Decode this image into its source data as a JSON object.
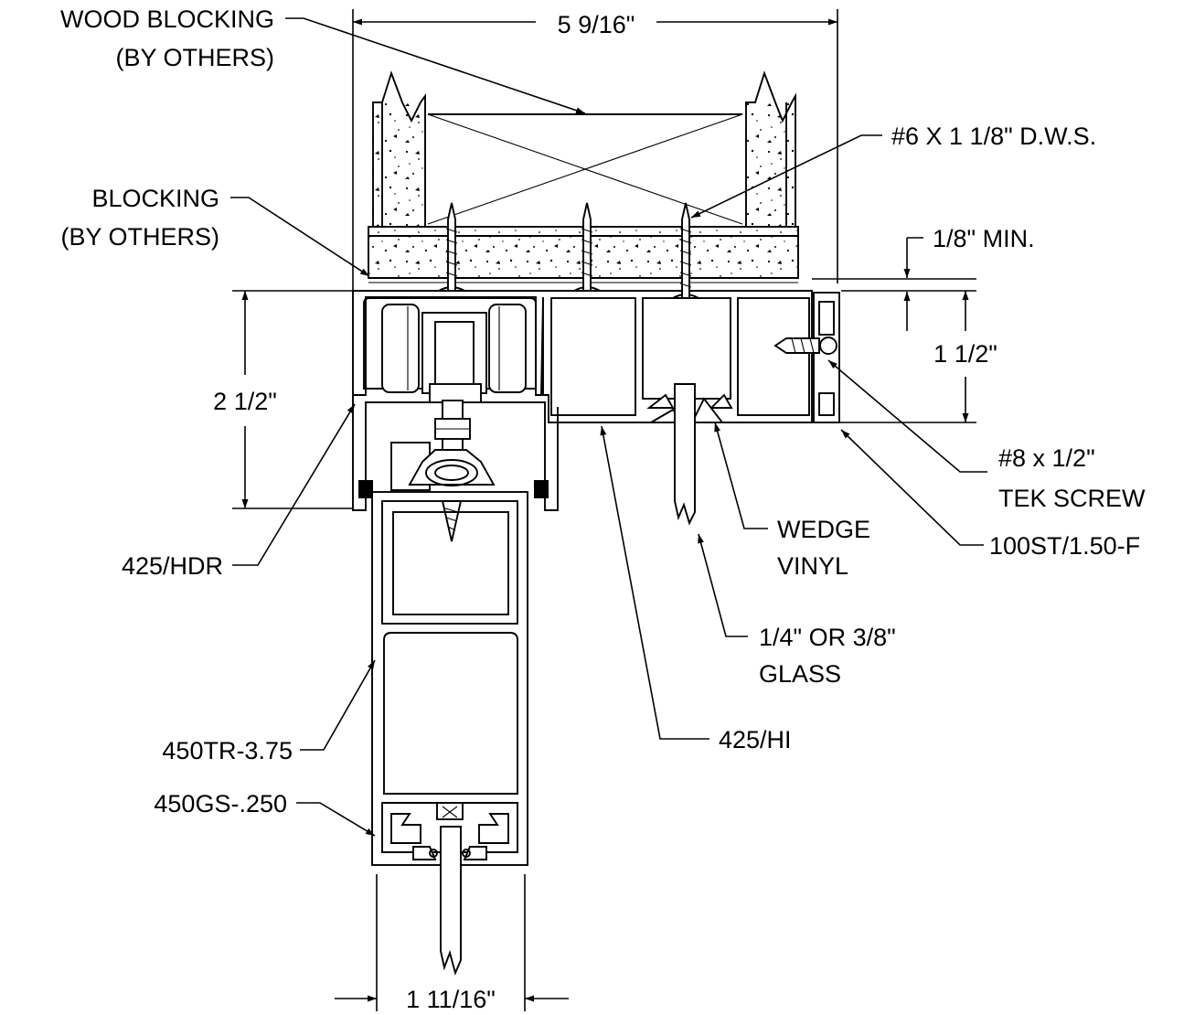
{
  "labels": {
    "wood_blocking_1": "WOOD BLOCKING",
    "wood_blocking_2": "(BY OTHERS)",
    "blocking_1": "BLOCKING",
    "blocking_2": "(BY OTHERS)",
    "screw_dws": "#6 X 1 1/8\" D.W.S.",
    "tek_screw_1": "#8 x 1/2\"",
    "tek_screw_2": "TEK SCREW",
    "wedge_vinyl_1": "WEDGE",
    "wedge_vinyl_2": "VINYL",
    "stop": "100ST/1.50-F",
    "glass_1": "1/4\" OR 3/8\"",
    "glass_2": "GLASS",
    "header_part": "425/HDR",
    "header_insert": "425/HI",
    "track": "450TR-3.75",
    "glass_stop": "450GS-.250"
  },
  "dimensions": {
    "overall_width": "5 9/16\"",
    "min_gap": "1/8\" MIN.",
    "header_height": "2 1/2\"",
    "insert_height": "1 1/2\"",
    "track_width": "1 11/16\""
  }
}
